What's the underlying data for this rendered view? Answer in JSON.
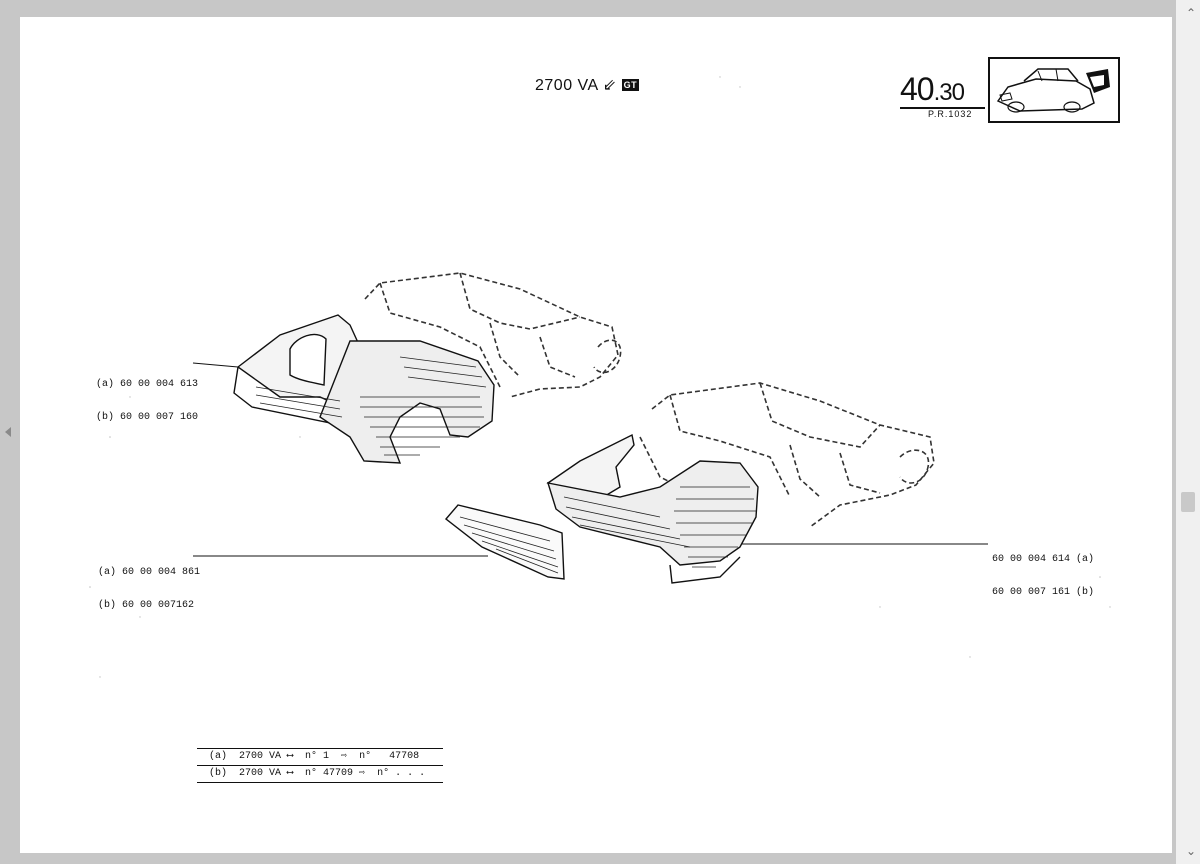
{
  "header": {
    "model": "2700 VA",
    "model_mark": "GT",
    "section_main": "40",
    "section_sub": ".30",
    "plate_ref": "P.R.1032"
  },
  "callouts": [
    {
      "a": "(a) 60 00 004 613",
      "b": "(b) 60 00 007 160"
    },
    {
      "a": "(a) 60 00 004 861",
      "b": "(b) 60 00 007162"
    },
    {
      "a": "60 00 004 614 (a)",
      "b": "60 00 007 161 (b)"
    }
  ],
  "legend": {
    "rows": [
      "(a)  2700 VA ⟷  n° 1  ⇨  n°   47708",
      "(b)  2700 VA ⟷  n° 47709 ⇨  n° . . ."
    ]
  }
}
